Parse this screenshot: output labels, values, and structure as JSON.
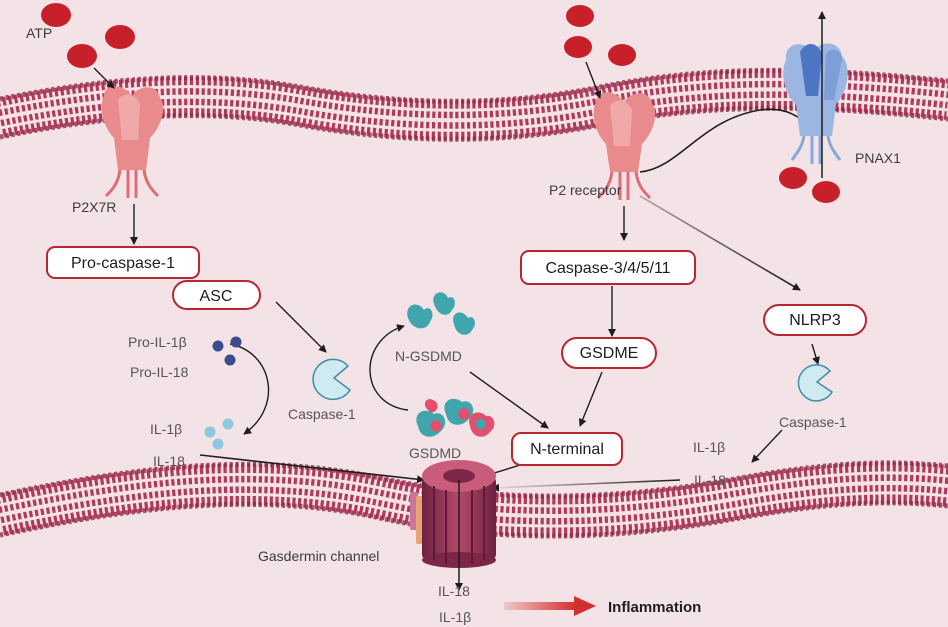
{
  "labels": {
    "atp": "ATP",
    "p2x7r": "P2X7R",
    "p2_receptor": "P2 receptor",
    "pnax1": "PNAX1",
    "pro_il1b": "Pro-IL-1β",
    "pro_il18": "Pro-IL-18",
    "caspase1_left": "Caspase-1",
    "il1b_left": "IL-1β",
    "il18_left": "IL-18",
    "n_gsdmd": "N-GSDMD",
    "gsdmd": "GSDMD",
    "caspase1_right": "Caspase-1",
    "il1b_right": "IL-1β",
    "il18_right": "IL-18",
    "gasdermin_channel": "Gasdermin channel",
    "il18_bottom": "IL-18",
    "il1b_bottom": "IL-1β",
    "inflammation": "Inflammation"
  },
  "boxes": {
    "pro_caspase1": "Pro-caspase-1",
    "asc": "ASC",
    "caspase_3_4_5_11": "Caspase-3/4/5/11",
    "gsdme": "GSDME",
    "n_terminal": "N-terminal",
    "nlrp3": "NLRP3"
  },
  "colors": {
    "background": "#f3e3e6",
    "membrane": "#b13a5c",
    "atp_molecule": "#c8202a",
    "box_border": "#b8262e",
    "receptor": "#e98a8c",
    "pnax1": "#9cb6e2",
    "caspase": "#cfeaf1",
    "gsdmd_teal": "#3fa6ad",
    "gsdmd_pink": "#e2506f",
    "channel": "#a03b5a",
    "inflammation_arrow": "#d2302f"
  },
  "icons": [
    "atp-molecule",
    "p2x7r-receptor",
    "p2-receptor",
    "pnax1-channel",
    "caspase-pacman",
    "gsdmd-protein",
    "gasdermin-channel"
  ]
}
